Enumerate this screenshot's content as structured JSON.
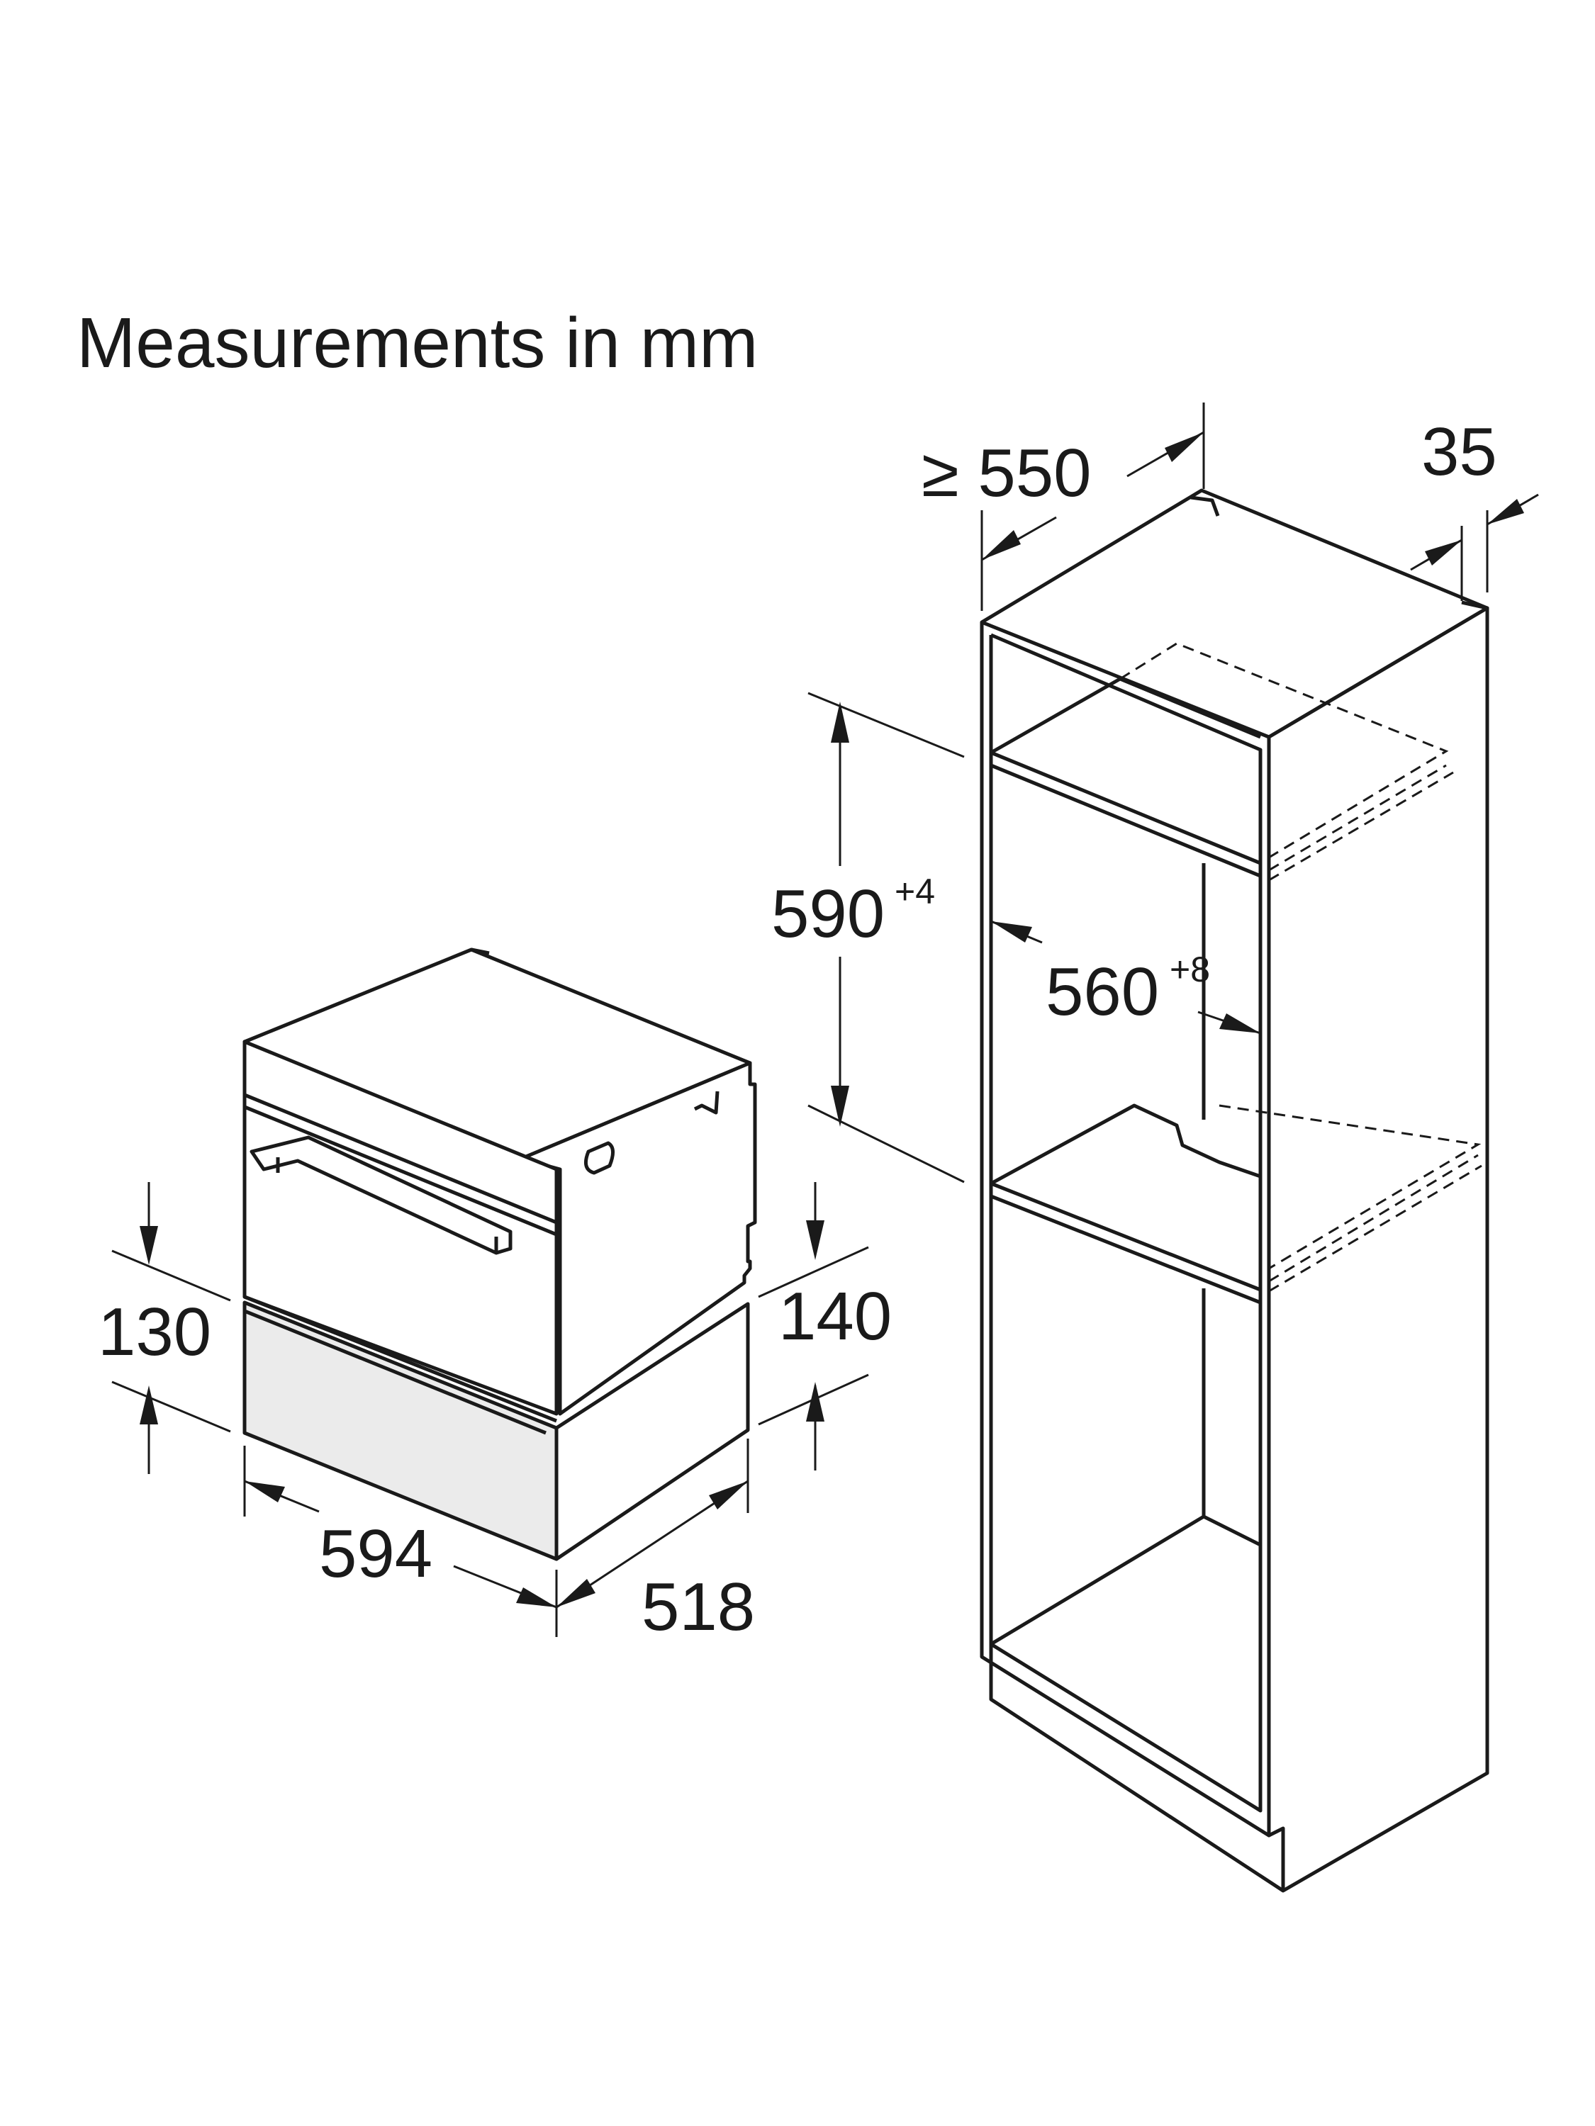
{
  "title": "Measurements in mm",
  "dimensions": {
    "cabinet_depth": "≥ 550",
    "cabinet_panel": "35",
    "niche_height": "590",
    "niche_height_tol": "+4",
    "niche_width": "560",
    "niche_width_tol": "+8",
    "drawer_height_front": "130",
    "drawer_height_side": "140",
    "unit_width": "594",
    "unit_depth": "518"
  }
}
